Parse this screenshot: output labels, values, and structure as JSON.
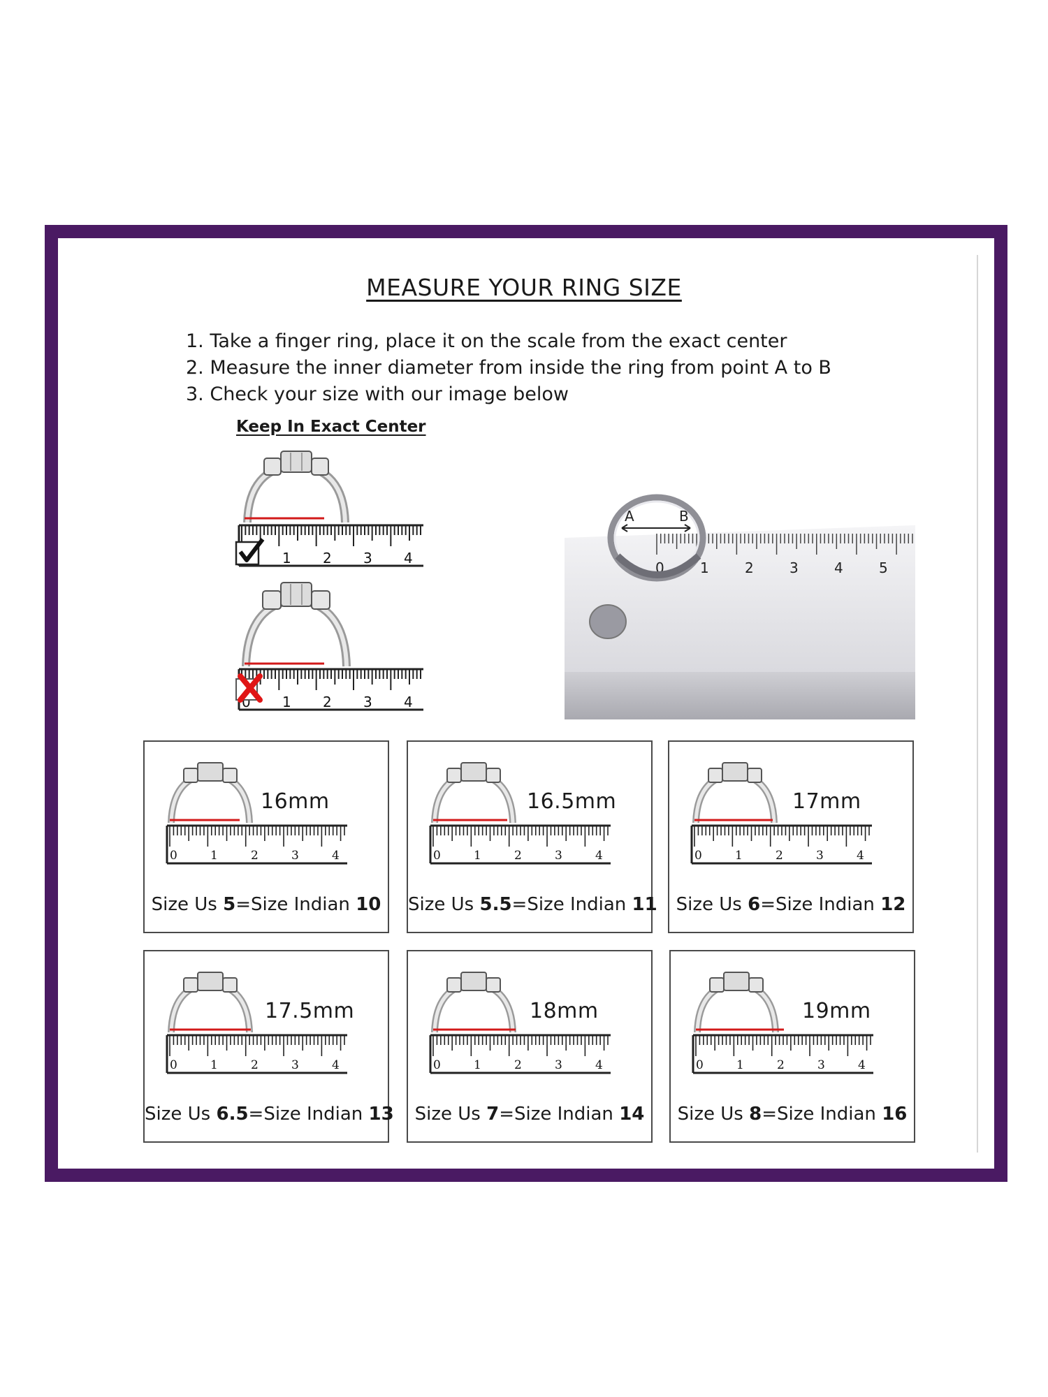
{
  "title": "MEASURE YOUR RING SIZE",
  "steps": [
    "1. Take a finger ring, place it on the scale from the exact center",
    "2. Measure the inner diameter from inside the ring from point A to B",
    "3. Check your size with our image below"
  ],
  "center_label": "Keep In Exact Center",
  "ruler_digits": [
    "0",
    "1",
    "2",
    "3",
    "4"
  ],
  "photo_ruler_digits": [
    "0",
    "1",
    "2",
    "3",
    "4",
    "5"
  ],
  "photo_points": {
    "a": "A",
    "b": "B"
  },
  "demo_correct": {
    "status": "correct",
    "icon": "checkmark-icon"
  },
  "demo_wrong": {
    "status": "incorrect",
    "icon": "red-x-icon",
    "color": "#e01616"
  },
  "colors": {
    "frame": "#4a1a63",
    "measure_line": "#d21a1a"
  },
  "sizes": [
    {
      "mm": "16mm",
      "us_prefix": "Size Us ",
      "us": "5",
      "mid": "=Size Indian ",
      "indian": "10"
    },
    {
      "mm": "16.5mm",
      "us_prefix": "Size Us ",
      "us": "5.5",
      "mid": "=Size Indian ",
      "indian": "11"
    },
    {
      "mm": "17mm",
      "us_prefix": "Size Us ",
      "us": "6",
      "mid": "=Size Indian ",
      "indian": "12"
    },
    {
      "mm": "17.5mm",
      "us_prefix": "Size Us ",
      "us": "6.5",
      "mid": "=Size Indian ",
      "indian": "13"
    },
    {
      "mm": "18mm",
      "us_prefix": "Size Us ",
      "us": "7",
      "mid": "=Size Indian ",
      "indian": "14"
    },
    {
      "mm": "19mm",
      "us_prefix": "Size Us ",
      "us": "8",
      "mid": "=Size Indian ",
      "indian": "16"
    }
  ]
}
